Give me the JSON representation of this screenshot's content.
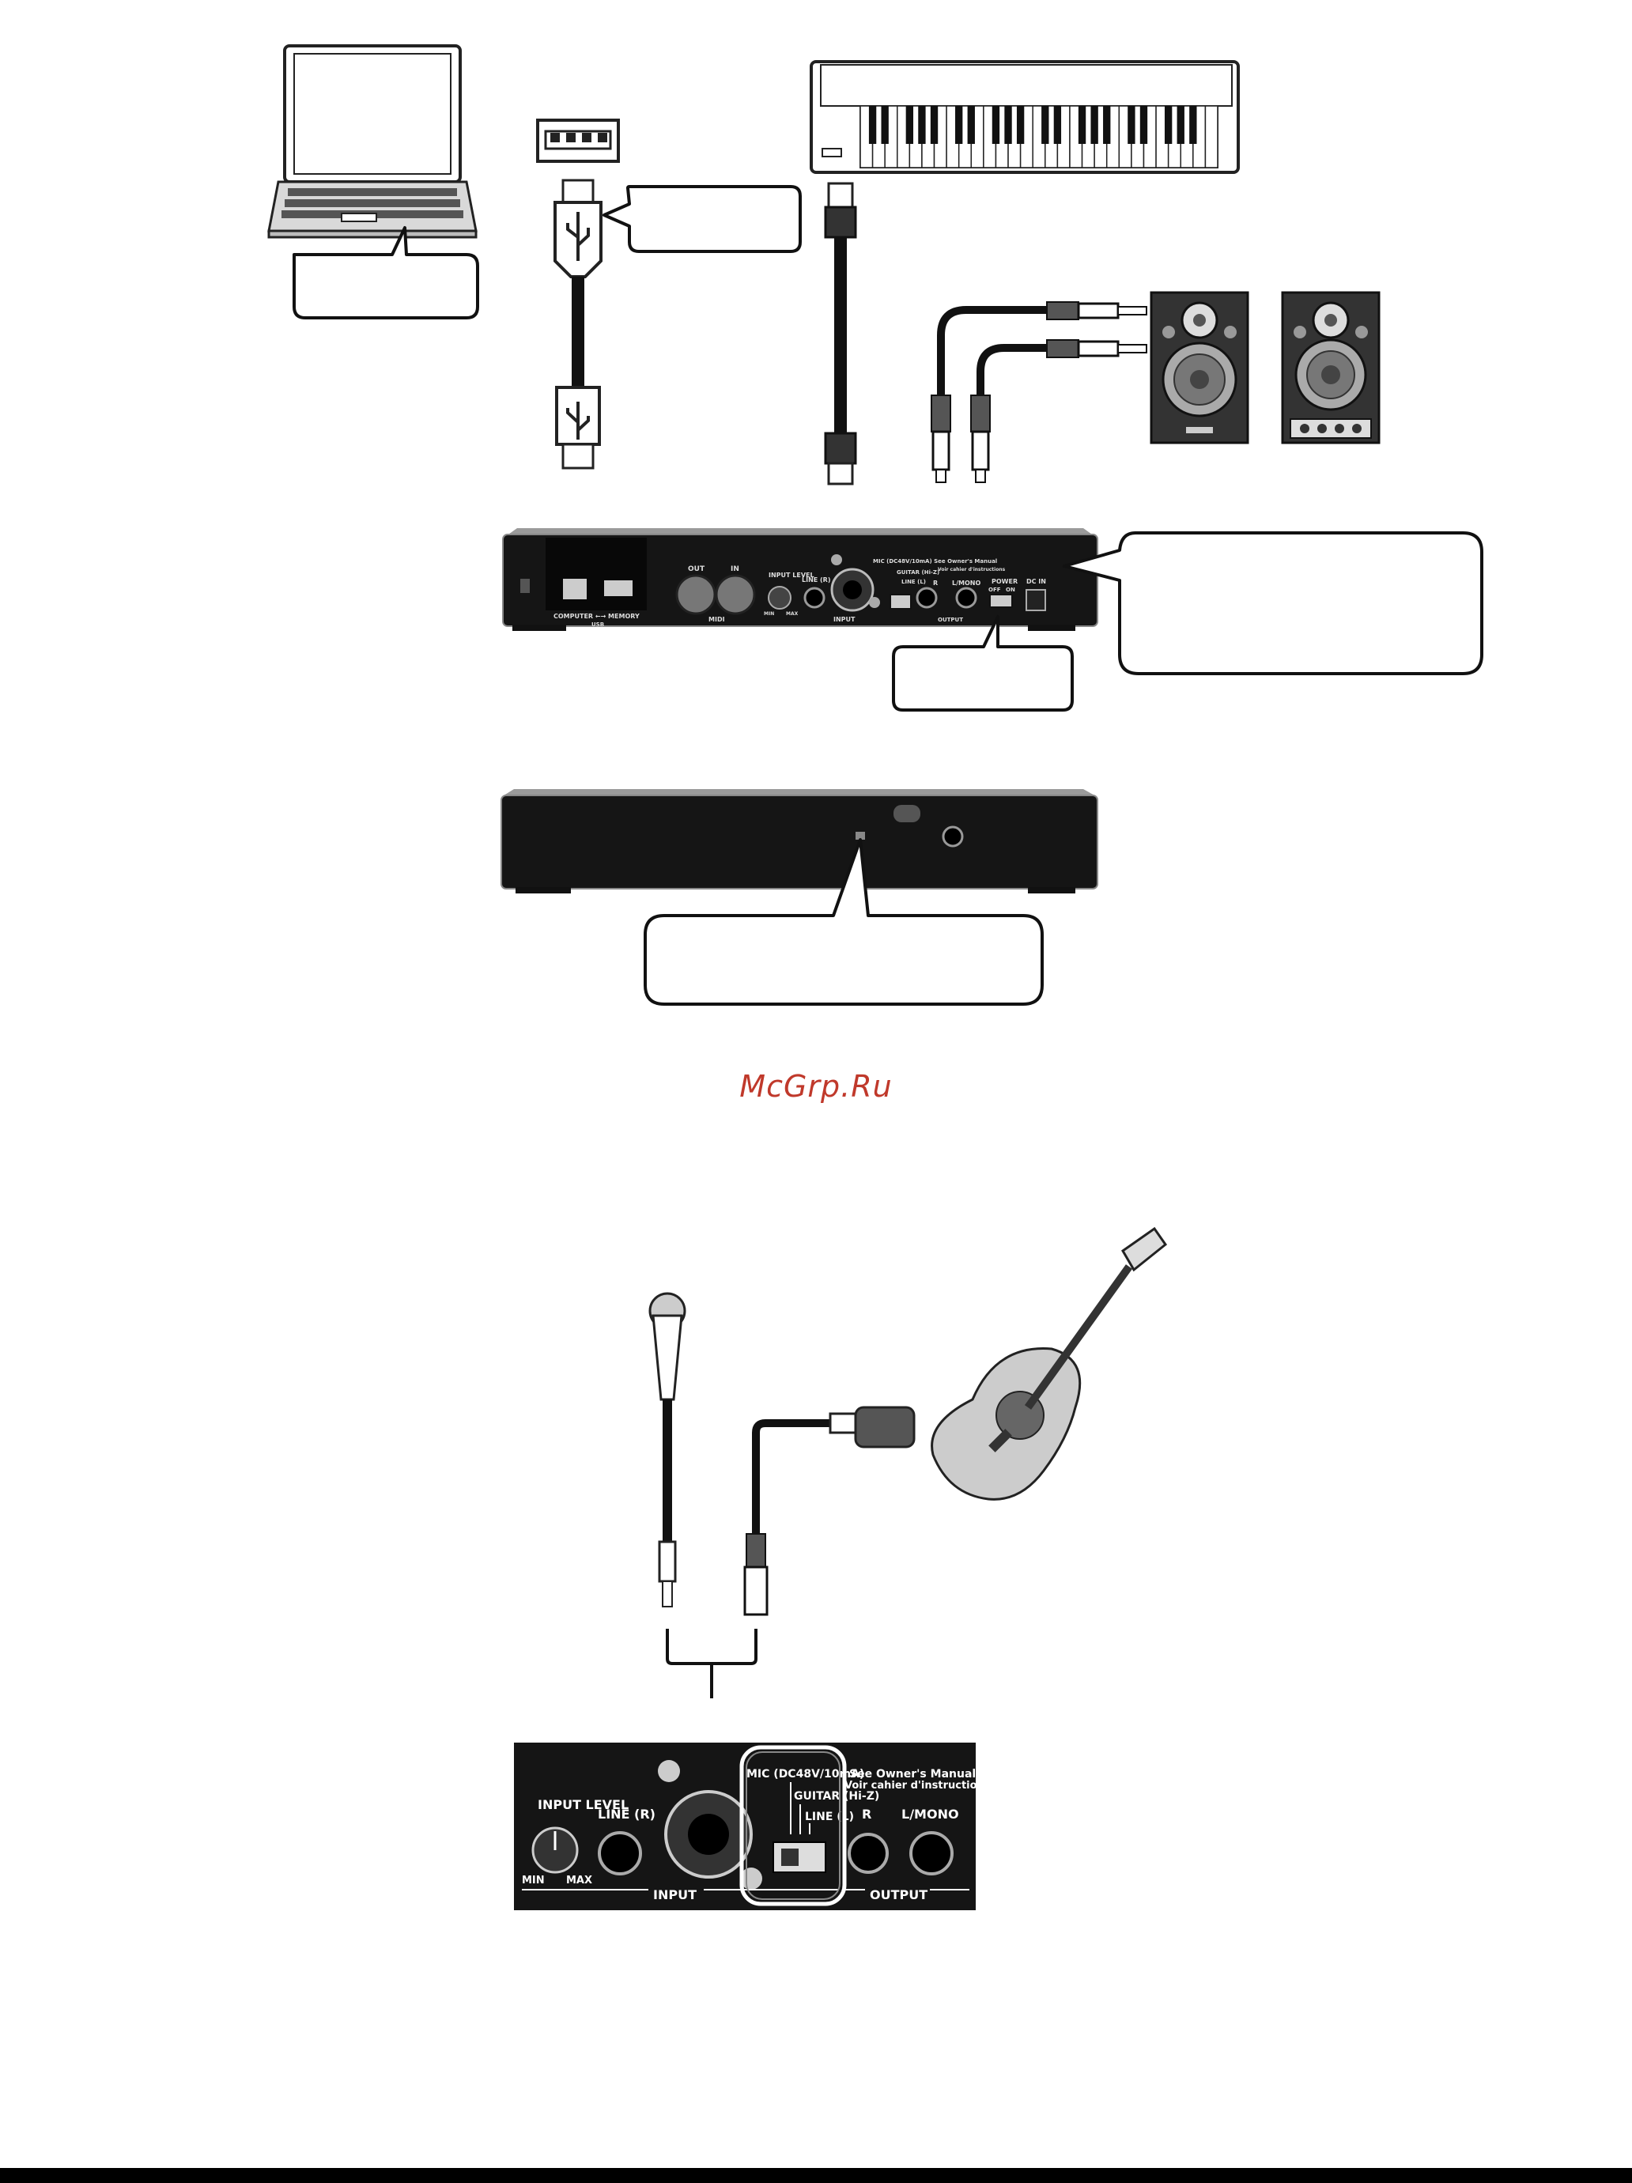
{
  "watermark": "McGrp.Ru",
  "rear_panel": {
    "usb_section": "COMPUTER ←→ MEMORY",
    "usb_sub": "USB",
    "midi_out": "OUT",
    "midi_in": "IN",
    "midi": "MIDI",
    "input_level": "INPUT LEVEL",
    "min": "MIN",
    "max": "MAX",
    "line_r": "LINE (R)",
    "input": "INPUT",
    "mic_switch": "MIC (DC48V/10mA) See Owner's Manual",
    "mic_switch_fr": "Voir cahier d'instructions",
    "guitar": "GUITAR (Hi-Z)",
    "line_l": "LINE (L)",
    "out_r": "R",
    "out_lmono": "L/MONO",
    "output": "OUTPUT",
    "power": "POWER",
    "power_off": "OFF",
    "power_on": "ON",
    "dc_in": "DC IN"
  },
  "zoom_panel": {
    "input_level": "INPUT LEVEL",
    "min": "MIN",
    "max": "MAX",
    "line_r": "LINE (R)",
    "input": "INPUT",
    "mic_switch": "MIC (DC48V/10mA)",
    "see_manual": "See Owner's Manual",
    "voir": "Voir cahier d'instructions",
    "guitar": "GUITAR (Hi-Z)",
    "line_l": "LINE (L)",
    "out_r": "R",
    "out_lmono": "L/MONO",
    "output": "OUTPUT"
  }
}
